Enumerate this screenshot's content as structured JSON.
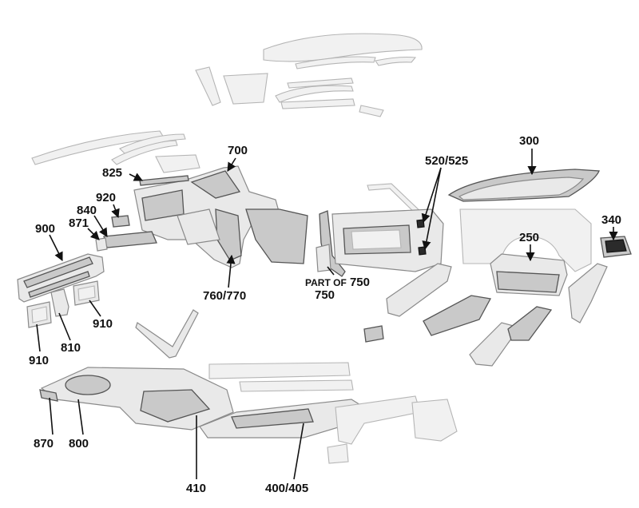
{
  "callouts": {
    "c700": "700",
    "c825": "825",
    "c920": "920",
    "c840": "840",
    "c871": "871",
    "c900": "900",
    "c760": "760/770",
    "c910a": "910",
    "c810": "810",
    "c910b": "910",
    "c520": "520/525",
    "c300": "300",
    "c340": "340",
    "c250": "250",
    "c750_prefix": "Part of",
    "c750_a": "750",
    "c750_b": "750",
    "c870": "870",
    "c800": "800",
    "c410": "410",
    "c400": "400/405"
  }
}
